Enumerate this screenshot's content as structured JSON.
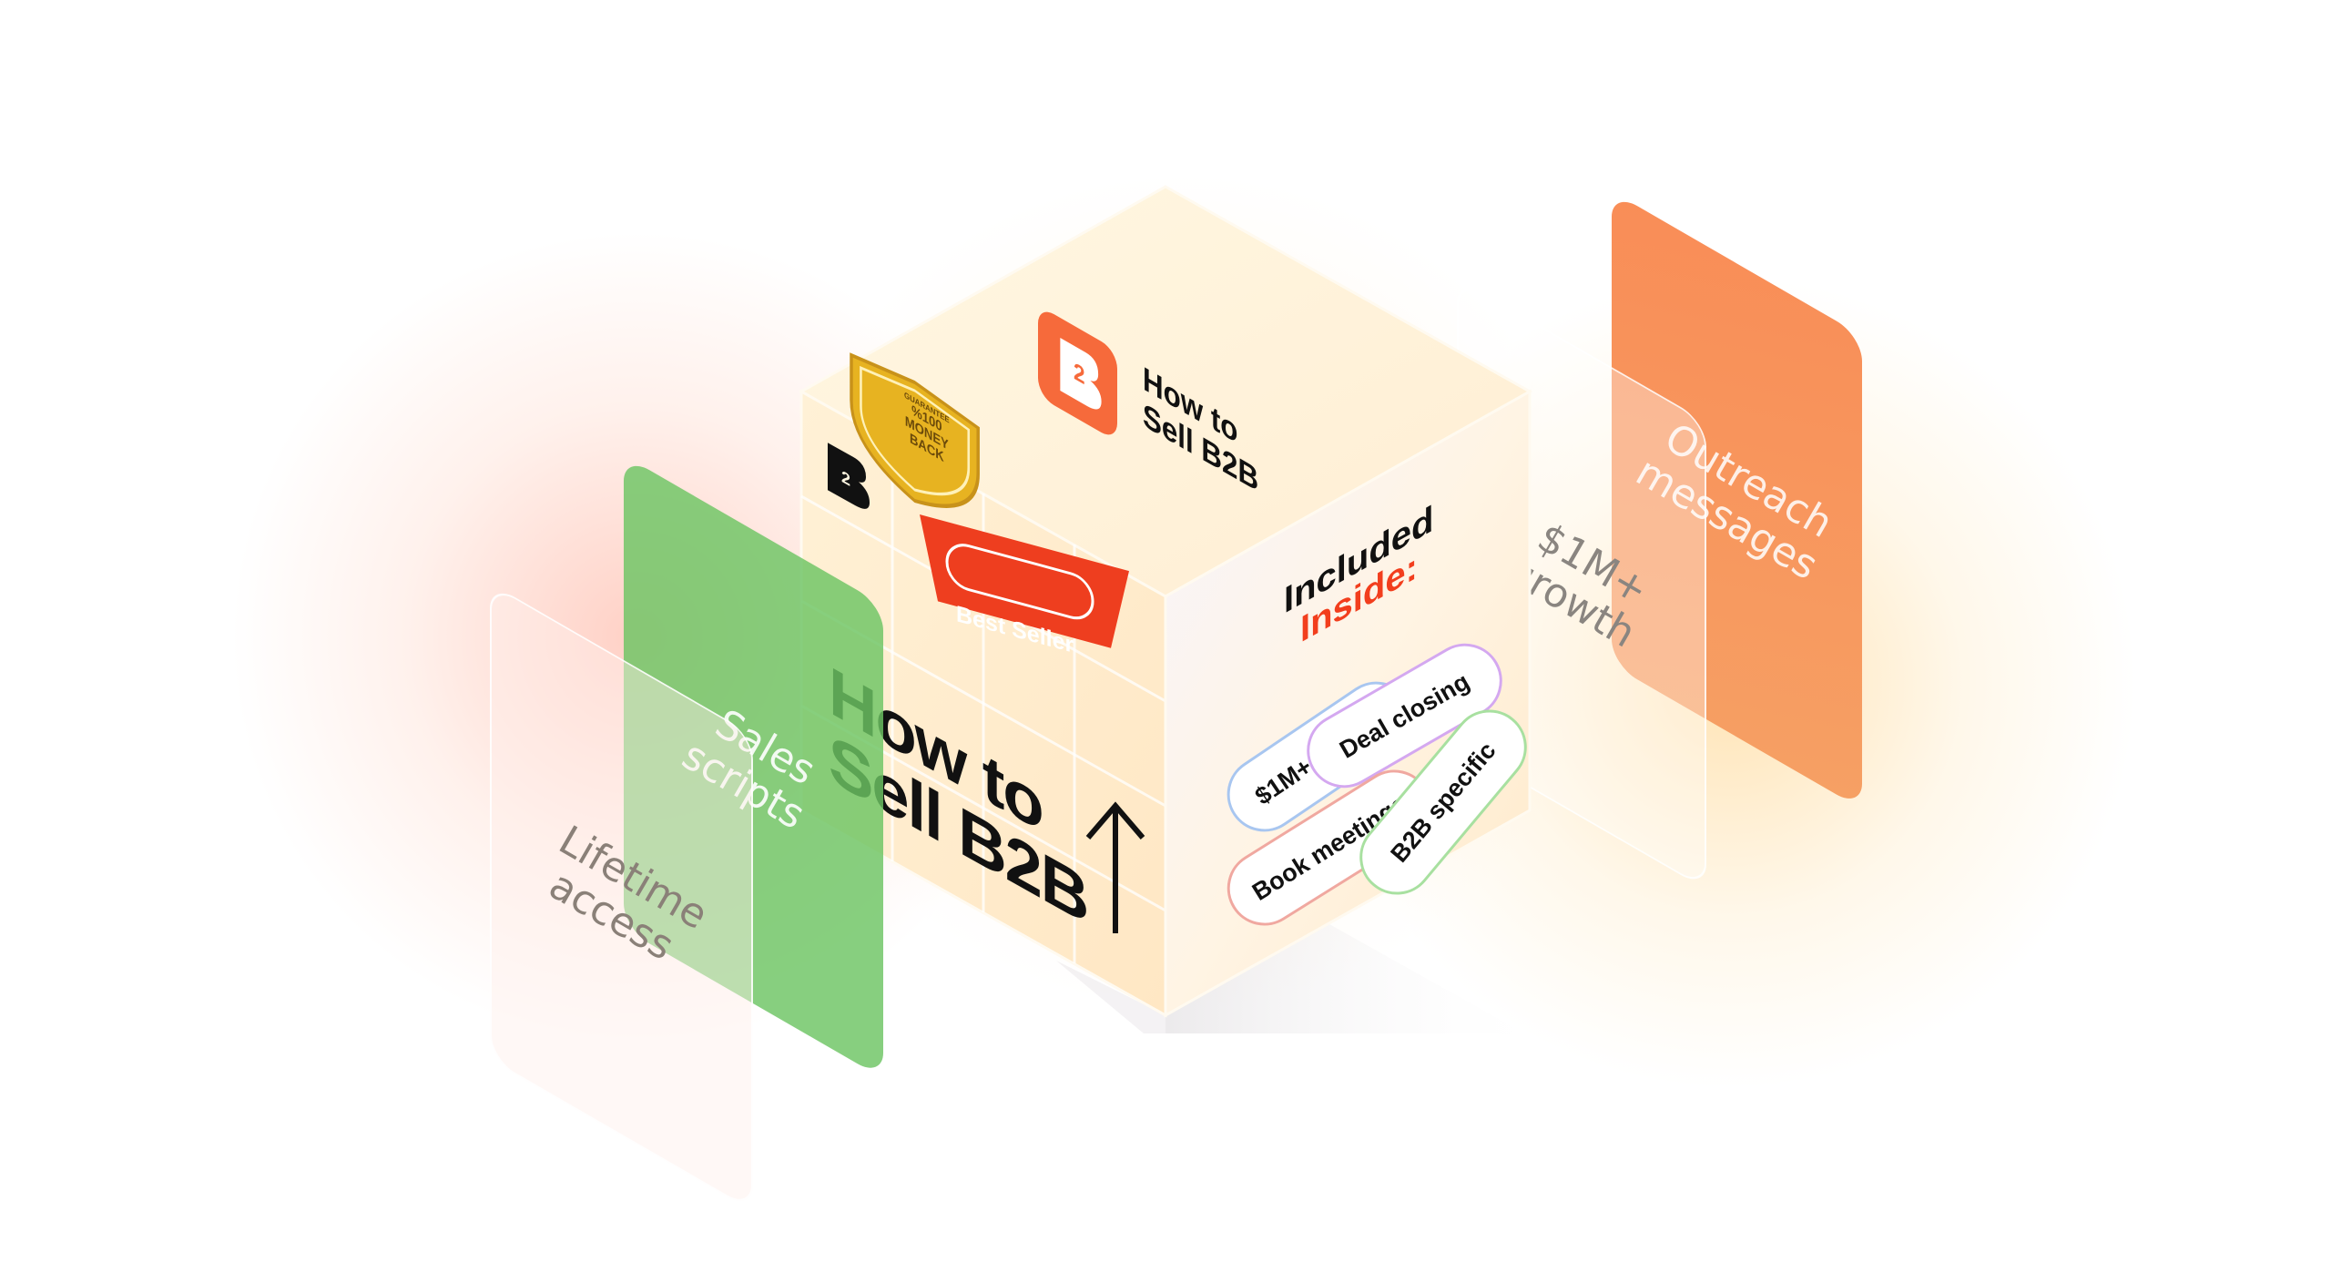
{
  "colors": {
    "orange": "#f66a3b",
    "green": "#6cc463",
    "gold": "#e7b321",
    "peach": "#ffe9c9"
  },
  "panels": {
    "lifetime": "Lifetime\naccess",
    "sales": "Sales\nscripts",
    "growth": "$1M+\ngrowth",
    "outreach": "Outreach\nmessages"
  },
  "cube": {
    "top_brand": "How to\nSell B2B",
    "badge_text": "%100\nMONEY\nBACK",
    "badge_small": "GUARANTEE",
    "left_title": "How to\nSell B2B",
    "best_seller": "Best Seller",
    "included_line1": "Included",
    "included_line2": "Inside:",
    "pills": [
      "$1M+ growth",
      "Deal closing",
      "Book meetings",
      "B2B specific"
    ]
  },
  "icons": {
    "logo": "b2b-logo-icon",
    "arrow": "arrow-up-icon",
    "badge": "money-back-badge-icon"
  }
}
